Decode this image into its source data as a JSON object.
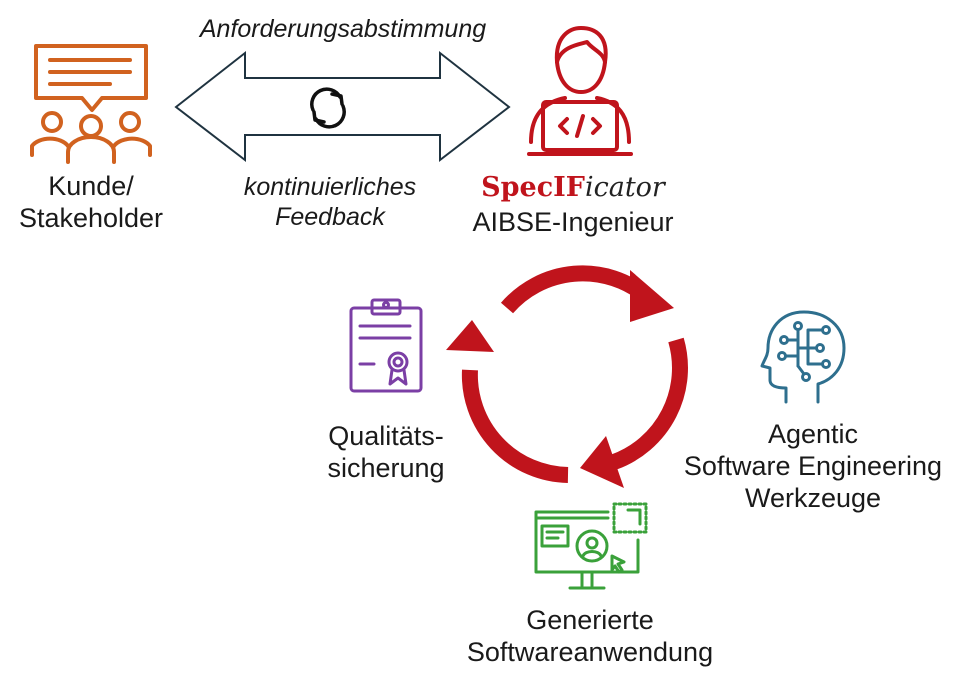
{
  "customer": {
    "line1": "Kunde/",
    "line2": "Stakeholder"
  },
  "arrow": {
    "top_label": "Anforderungsabstimmung",
    "bottom_line1": "kontinuierliches",
    "bottom_line2": "Feedback"
  },
  "engineer": {
    "brand_part1": "SpecIF",
    "brand_part2": "icator",
    "role": "AIBSE-Ingenieur"
  },
  "quality": {
    "line1": "Qualitäts-",
    "line2": "sicherung"
  },
  "agentic": {
    "line1": "Agentic",
    "line2": "Software Engineering",
    "line3": "Werkzeuge"
  },
  "generated": {
    "line1": "Generierte",
    "line2": "Softwareanwendung"
  },
  "colors": {
    "customer": "#d1621f",
    "engineer": "#c0141c",
    "cycle": "#c0141c",
    "quality": "#7b3fa5",
    "agentic": "#2e6f8e",
    "generated": "#3aa13a",
    "arrow_outline": "#1f3340"
  }
}
